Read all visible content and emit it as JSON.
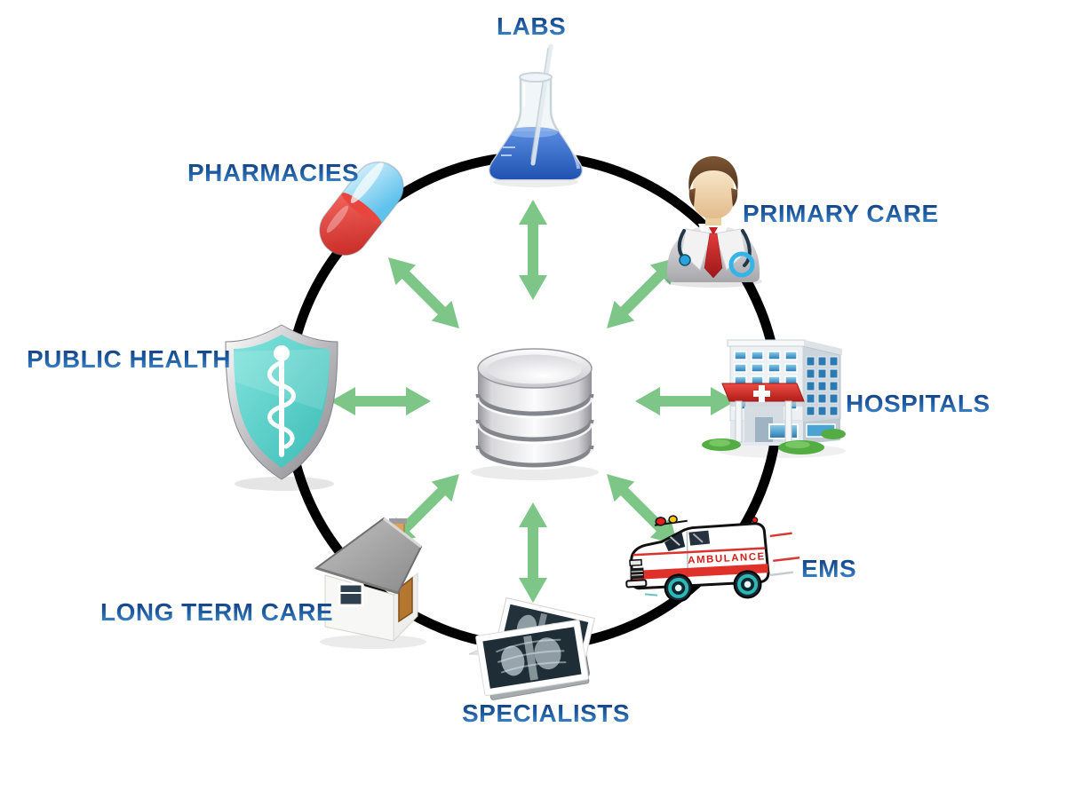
{
  "diagram": {
    "hub": {
      "icon": "database-icon"
    },
    "nodes": [
      {
        "label": "LABS",
        "icon": "flask-icon"
      },
      {
        "label": "PHARMACIES",
        "icon": "pill-capsule-icon"
      },
      {
        "label": "PRIMARY CARE",
        "icon": "doctor-icon"
      },
      {
        "label": "PUBLIC HEALTH",
        "icon": "shield-caduceus-icon"
      },
      {
        "label": "HOSPITALS",
        "icon": "hospital-building-icon"
      },
      {
        "label": "EMS",
        "icon": "ambulance-icon"
      },
      {
        "label": "LONG TERM CARE",
        "icon": "house-icon"
      },
      {
        "label": "SPECIALISTS",
        "icon": "xray-films-icon"
      }
    ],
    "ambulance_text": "AMBULANCE",
    "colors": {
      "label_blue": "#1d5aa0",
      "arrow_green": "#7dc687",
      "ring": "#000000"
    }
  }
}
